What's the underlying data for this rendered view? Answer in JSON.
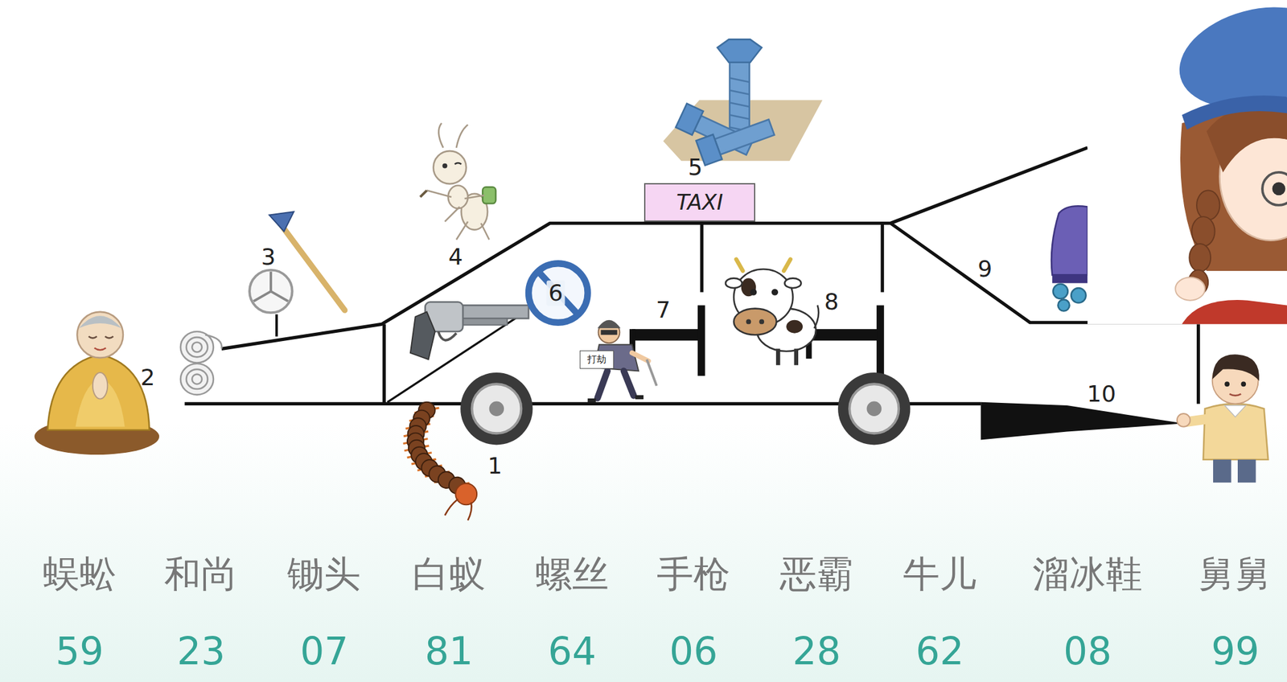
{
  "diagram": {
    "nodes": [
      {
        "text": [
          "TAXI"
        ]
      },
      {
        "text": [
          "打劫"
        ]
      }
    ],
    "labels": [
      "1",
      "2",
      "3",
      "4",
      "5",
      "6",
      "7",
      "8",
      "9",
      "10",
      "蜈蚣",
      "和尚",
      "锄头",
      "白蚁",
      "螺丝",
      "手枪",
      "恶霸",
      "牛儿",
      "溜冰鞋",
      "舅舅",
      "59",
      "23",
      "07",
      "81",
      "64",
      "06",
      "28",
      "62",
      "08",
      "99"
    ]
  }
}
